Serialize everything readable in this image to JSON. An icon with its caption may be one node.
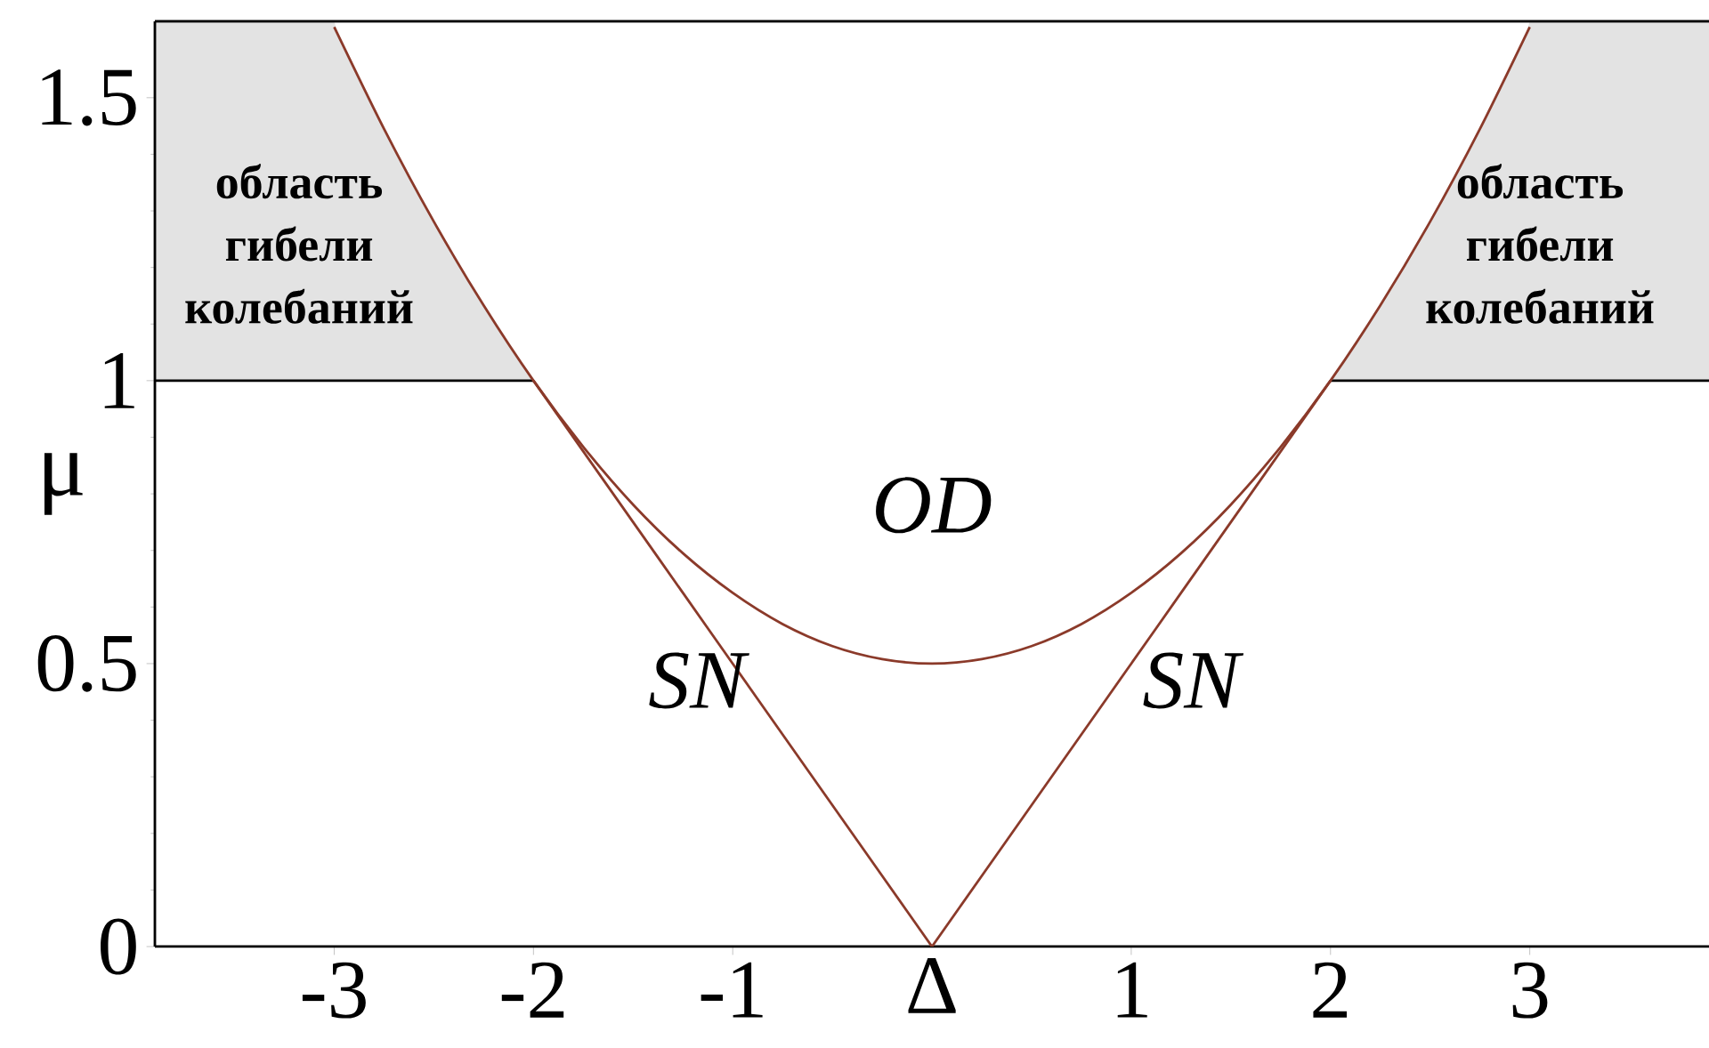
{
  "diagram": {
    "nodes": [
      {
        "text": [
          "область гибели колебаний"
        ]
      },
      {
        "text": [
          "область гибели колебаний"
        ]
      }
    ],
    "chart_data": {
      "type": "line",
      "xlabel": "Δ",
      "ylabel": "μ",
      "x": [
        -3,
        -2.75,
        -2.5,
        -2.25,
        -2,
        -1.75,
        -1.5,
        -1.25,
        -1,
        -0.75,
        -0.5,
        -0.25,
        0,
        0.25,
        0.5,
        0.75,
        1,
        1.25,
        1.5,
        1.75,
        2,
        2.25,
        2.5,
        2.75,
        3
      ],
      "series": [
        {
          "name": "OD",
          "color": "#8b3a2a",
          "values": [
            1.625,
            1.445,
            1.281,
            1.133,
            1,
            0.883,
            0.781,
            0.695,
            0.625,
            0.57,
            0.531,
            0.508,
            0.5,
            0.508,
            0.531,
            0.57,
            0.625,
            0.695,
            0.781,
            0.883,
            1,
            1.133,
            1.281,
            1.445,
            1.625
          ]
        },
        {
          "name": "SN",
          "color": "#8b3a2a",
          "values": [
            null,
            null,
            null,
            null,
            1,
            0.875,
            0.75,
            0.625,
            0.5,
            0.375,
            0.25,
            0.125,
            0,
            null,
            null,
            null,
            null,
            null,
            null,
            null,
            null,
            null,
            null,
            null,
            null
          ]
        },
        {
          "name": "SN",
          "color": "#8b3a2a",
          "values": [
            null,
            null,
            null,
            null,
            null,
            null,
            null,
            null,
            null,
            null,
            null,
            null,
            0,
            0.125,
            0.25,
            0.375,
            0.5,
            0.625,
            0.75,
            0.875,
            1,
            null,
            null,
            null,
            null
          ]
        }
      ],
      "xlim": [
        -3.9,
        3.9
      ],
      "ylim": [
        0,
        1.635
      ],
      "xticks": [
        -3,
        -2,
        -1,
        1,
        2,
        3
      ],
      "yticks": [
        0,
        0.5,
        1,
        1.5
      ]
    }
  }
}
